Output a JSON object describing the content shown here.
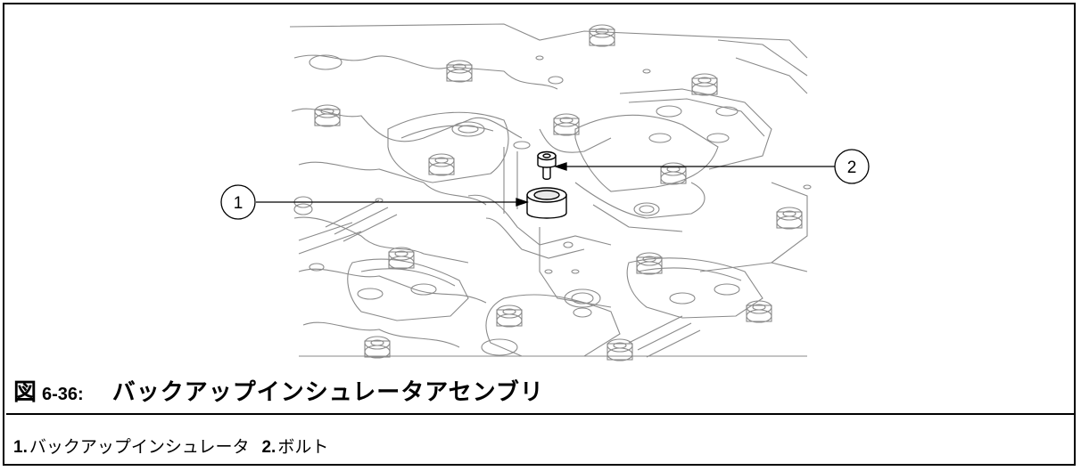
{
  "figure": {
    "label_prefix": "図",
    "number": "6-36:",
    "title": "バックアップインシュレータアセンブリ"
  },
  "callouts": [
    {
      "num": "1"
    },
    {
      "num": "2"
    }
  ],
  "legend": [
    {
      "num": "1.",
      "text": "バックアップインシュレータ"
    },
    {
      "num": "2.",
      "text": "ボルト"
    }
  ]
}
